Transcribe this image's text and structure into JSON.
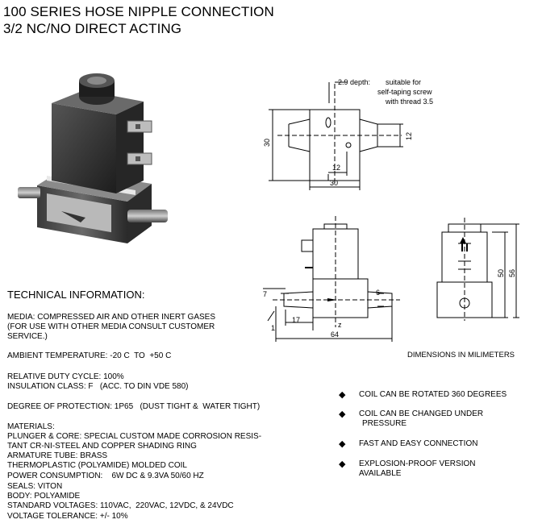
{
  "header": {
    "title_line1": "100 SERIES HOSE NIPPLE CONNECTION",
    "title_line2": "3/2 NC/NO DIRECT ACTING"
  },
  "drawing": {
    "depth_note": "2.9 depth:",
    "screw_note_1": "suitable for",
    "screw_note_2": "self-taping screw",
    "screw_note_3": "with thread 3.5",
    "dim_top_30_left": "30",
    "dim_top_12_right": "12",
    "dim_top_12_bottom": "12",
    "dim_top_30_bottom": "30",
    "dim_front_7": "7",
    "dim_front_6": "6",
    "dim_front_1": "1",
    "dim_front_17": "17",
    "dim_front_64": "64",
    "dim_front_z": "z",
    "dim_side_50": "50",
    "dim_side_56": "56",
    "dimensions_note": "DIMENSIONS IN MILIMETERS"
  },
  "technical": {
    "heading": "TECHNICAL INFORMATION:",
    "media_1": "MEDIA: COMPRESSED AIR AND OTHER INERT GASES",
    "media_2": "(FOR USE WITH OTHER MEDIA CONSULT CUSTOMER",
    "media_3": "SERVICE.)",
    "ambient": "AMBIENT TEMPERATURE: -20 C  TO  +50 C",
    "duty": "RELATIVE DUTY CYCLE: 100%",
    "insulation": "INSULATION CLASS: F   (ACC. TO DIN VDE 580)",
    "protection": "DEGREE OF PROTECTION: 1P65   (DUST TIGHT &  WATER TIGHT)",
    "materials": "MATERIALS:",
    "plunger_1": "PLUNGER & CORE: SPECIAL CUSTOM MADE CORROSION RESIS-",
    "plunger_2": "TANT CR-NI-STEEL AND COPPER SHADING RING",
    "armature": "ARMATURE TUBE: BRASS",
    "coil": "THERMOPLASTIC (POLYAMIDE) MOLDED COIL",
    "power": "POWER CONSUMPTION:    6W DC & 9.3VA 50/60 HZ",
    "seals": "SEALS: VITON",
    "body": "BODY: POLYAMIDE",
    "voltages": "STANDARD VOLTAGES: 110VAC,  220VAC, 12VDC, & 24VDC",
    "tolerance": "VOLTAGE TOLERANCE: +/- 10%"
  },
  "features": [
    {
      "bullet": "◆",
      "line1": "COIL CAN BE ROTATED 360 DEGREES",
      "line2": ""
    },
    {
      "bullet": "◆",
      "line1": "COIL CAN BE CHANGED UNDER",
      "line2": "PRESSURE"
    },
    {
      "bullet": "◆",
      "line1": "FAST AND EASY CONNECTION",
      "line2": ""
    },
    {
      "bullet": "◆",
      "line1": "EXPLOSION-PROOF VERSION",
      "line2": "AVAILABLE"
    }
  ]
}
